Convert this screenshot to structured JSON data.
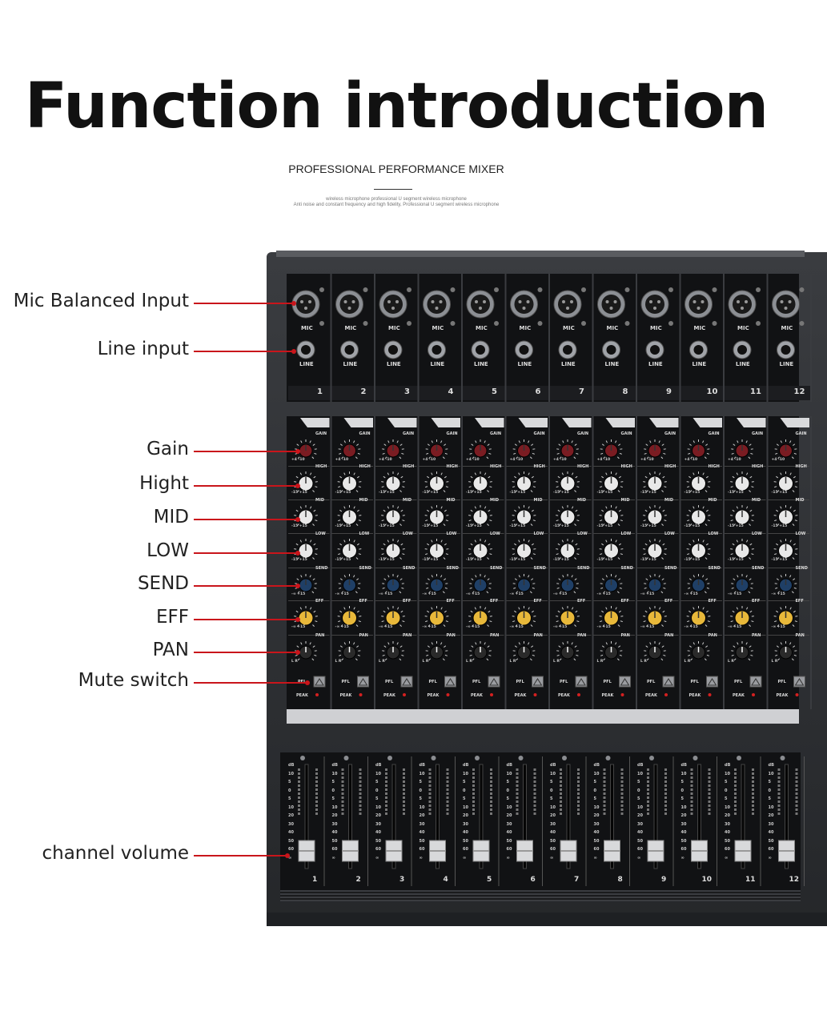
{
  "header": {
    "title": "Function introduction",
    "subtitle": "PROFESSIONAL PERFORMANCE MIXER",
    "small_line_1": "wireless microphone professional U segment wireless microphone",
    "small_line_2": "Anti noise and constant frequency and high fidelity, Professional U segment wireless microphone"
  },
  "callouts": [
    {
      "label": "Mic Balanced Input"
    },
    {
      "label": "Line input"
    },
    {
      "label": "Gain"
    },
    {
      "label": "Hight"
    },
    {
      "label": "MID"
    },
    {
      "label": "LOW"
    },
    {
      "label": "SEND"
    },
    {
      "label": "EFF"
    },
    {
      "label": "PAN"
    },
    {
      "label": "Mute switch"
    },
    {
      "label": "channel volume"
    }
  ],
  "mixer": {
    "channels": [
      "1",
      "2",
      "3",
      "4",
      "5",
      "6",
      "7",
      "8",
      "9",
      "10",
      "11",
      "12"
    ],
    "input_labels": {
      "mic": "MIC",
      "line": "LINE"
    },
    "knob_labels": {
      "gain": "GAIN",
      "high": "HIGH",
      "mid": "MID",
      "low": "LOW",
      "send": "SEND",
      "eff": "EFF",
      "pan": "PAN"
    },
    "knob_ranges": {
      "gain": "+4  -10",
      "eq": "-15  +15",
      "send": "-∞  +15",
      "pan": "L  R"
    },
    "buttons": {
      "pfl": "PFL",
      "peak": "PEAK"
    },
    "fader_scale": [
      "dB",
      "10",
      "5",
      "0",
      "5",
      "10",
      "20",
      "30",
      "40",
      "50",
      "60",
      "∞"
    ],
    "colors": {
      "gain_knob": "#7a1c22",
      "eq_knob": "#e8e8e8",
      "send_knob": "#1f3f66",
      "eff_knob": "#e8b83a",
      "pan_knob": "#2a2a2a",
      "callout_line": "#c9151b",
      "peak_led": "#d42020"
    }
  }
}
